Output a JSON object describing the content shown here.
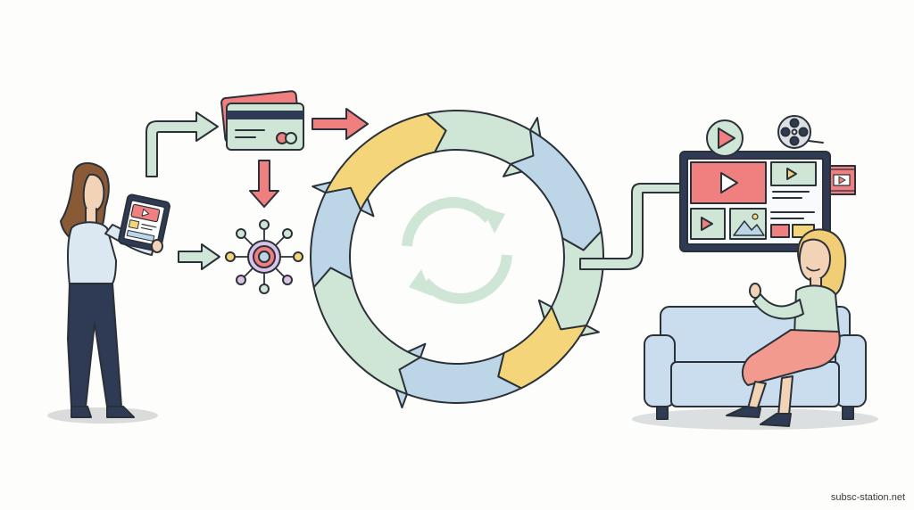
{
  "diagram": {
    "type": "subscription-cycle-illustration",
    "palette": {
      "outline": "#2b3138",
      "green": "#cfe6d6",
      "blue": "#bcd6e8",
      "yellow": "#f4d57a",
      "red": "#f07f7f",
      "skirt": "#f29a8e",
      "sofa": "#c9ddee",
      "navy": "#2f3a55",
      "hair_brown": "#8a5a36",
      "hair_blonde": "#f1cd75",
      "skin": "#f2d3b6"
    },
    "icons": [
      "person-with-tablet",
      "credit-card-icon",
      "network-hub-icon",
      "cycle-ring",
      "refresh-icon",
      "tv-screen",
      "play-circle-icon",
      "film-reel-icon",
      "film-strip-icon",
      "sofa",
      "person-on-sofa"
    ]
  },
  "watermark": {
    "text": "subsc-station.net"
  }
}
